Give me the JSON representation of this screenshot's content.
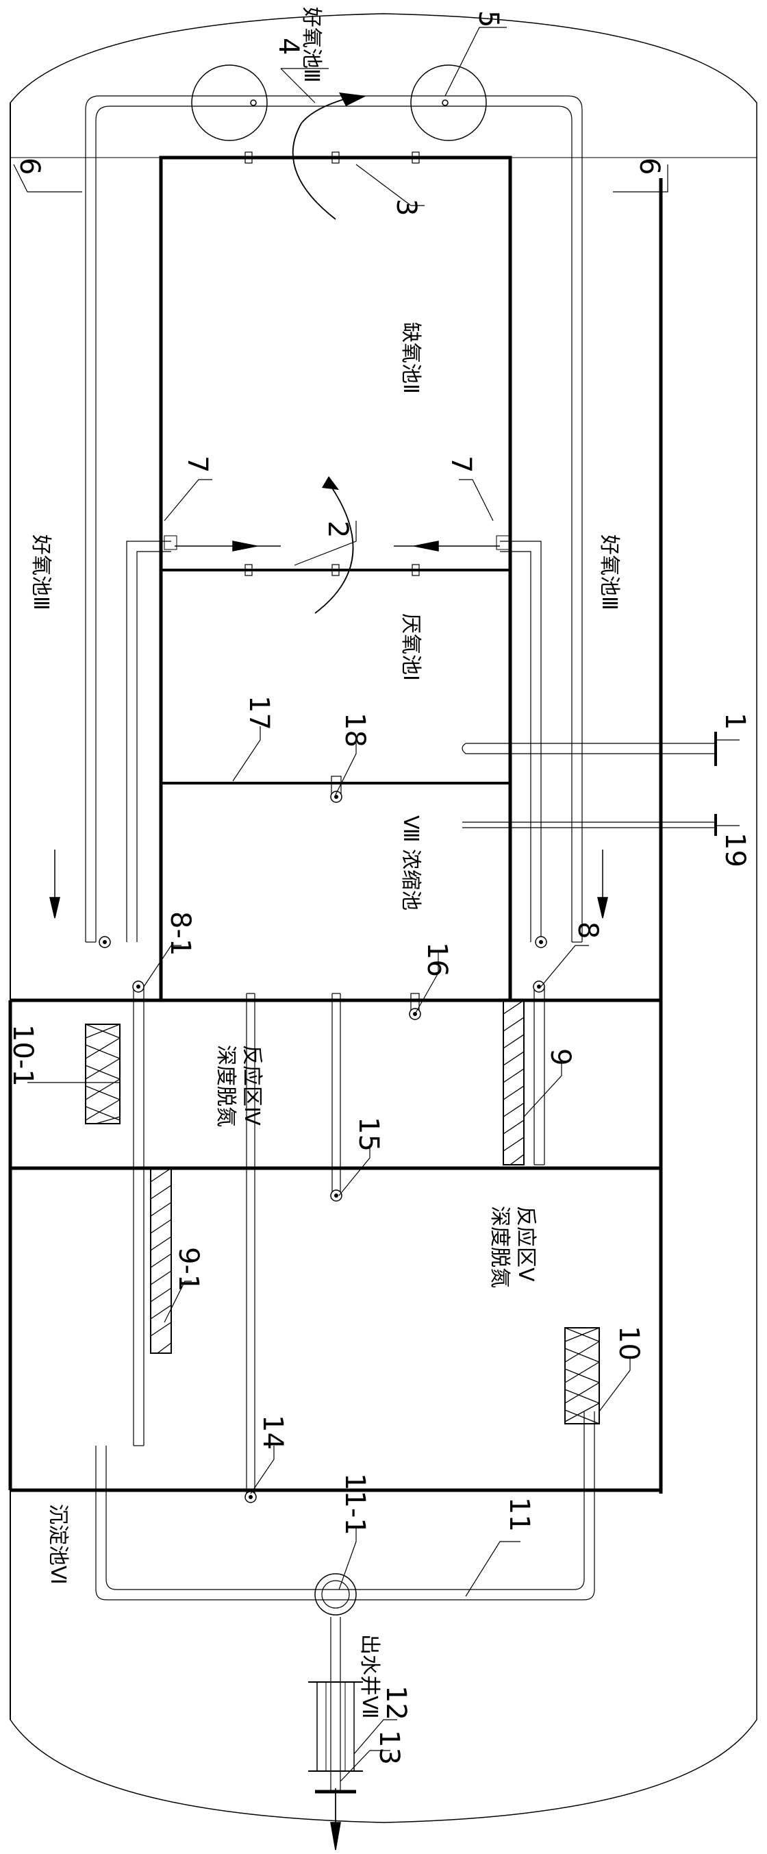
{
  "zones": {
    "aerobic_iii_top": "好氧池Ⅲ",
    "anoxic_ii": "缺氧池Ⅱ",
    "anaerobic_i": "厌氧池Ⅰ",
    "concentrator_viii": "Ⅷ 浓缩池",
    "aerobic_iii_left": "好氧池Ⅲ",
    "aerobic_iii_right": "好氧池Ⅲ",
    "deep_denitrification_iv": "深度脱氮\n反应区Ⅳ",
    "deep_denitrification_v": "深度脱氮\n反应区Ⅴ",
    "sedimentation_vi": "沉淀池Ⅵ",
    "outlet_vii": "出水井Ⅶ"
  },
  "labels": {
    "n1": "1",
    "n2": "2",
    "n3": "3",
    "n4": "4",
    "n5": "5",
    "n6a": "6",
    "n6b": "6",
    "n7a": "7",
    "n7b": "7",
    "n8": "8",
    "n8_1": "8-1",
    "n9": "9",
    "n9_1": "9-1",
    "n10": "10",
    "n10_1": "10-1",
    "n11": "11",
    "n11_1": "11-1",
    "n12": "12",
    "n13": "13",
    "n14": "14",
    "n15": "15",
    "n16": "16",
    "n17": "17",
    "n18": "18",
    "n19": "19"
  }
}
